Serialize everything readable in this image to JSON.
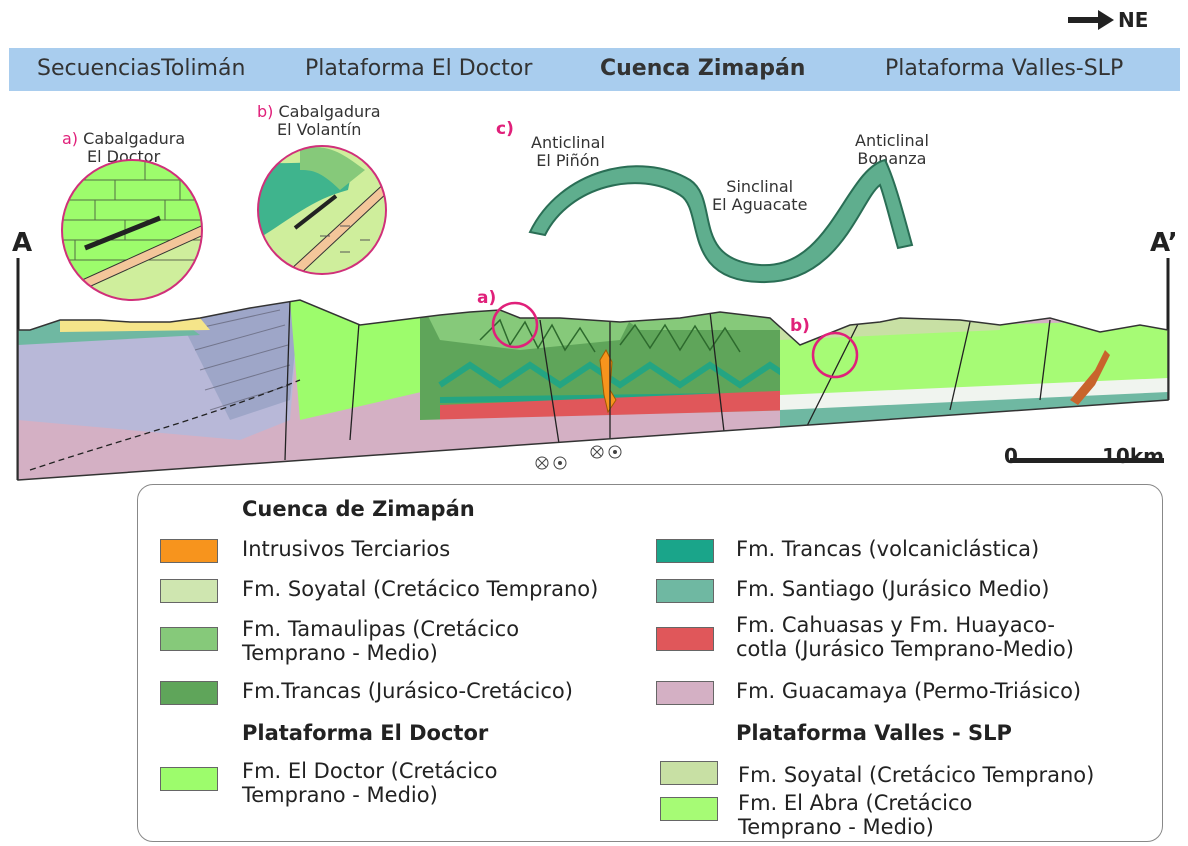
{
  "header": {
    "north_label": "NE",
    "regions": [
      {
        "text": "SecuenciasTolimán"
      },
      {
        "text": "Plataforma El Doctor"
      },
      {
        "text": "Cuenca Zimapán"
      },
      {
        "text": "Plataforma Valles-SLP"
      }
    ]
  },
  "insets": {
    "a_letter": "a)",
    "a_line1": "Cabalgadura",
    "a_line2": "El Doctor",
    "b_letter": "b)",
    "b_line1": "Cabalgadura",
    "b_line2": "El Volantín",
    "c_letter": "c)"
  },
  "fold_labels": {
    "pinon_1": "Anticlinal",
    "pinon_2": "El Piñón",
    "aguacate_1": "Sinclinal",
    "aguacate_2": "El Aguacate",
    "bonanza_1": "Anticlinal",
    "bonanza_2": "Bonanza"
  },
  "section": {
    "start": "A",
    "end": "A’",
    "marker_a": "a)",
    "marker_b": "b)",
    "scale_zero": "0",
    "scale_max": "10km"
  },
  "colors": {
    "intrusivos": "#f7941d",
    "soyatal": "#cfe6b0",
    "tamaulipas": "#86c97a",
    "trancas_jk": "#5fa55a",
    "el_doctor": "#9dfc6c",
    "trancas_volc": "#1aa58a",
    "santiago": "#6fb8a2",
    "cahuasas": "#e0575a",
    "guacamaya": "#d4b0c4",
    "soyatal_vs": "#c8e0a4",
    "el_abra": "#a6fb75"
  },
  "legend": {
    "heading_zimapan": "Cuenca de Zimapán",
    "heading_doctor": "Plataforma El Doctor",
    "heading_valles": "Plataforma Valles - SLP",
    "intrusivos": "Intrusivos Terciarios",
    "soyatal": "Fm. Soyatal (Cretácico Temprano)",
    "tamaulipas_1": "Fm. Tamaulipas (Cretácico",
    "tamaulipas_2": "Temprano - Medio)",
    "trancas_jk": "Fm.Trancas (Jurásico-Cretácico)",
    "el_doctor_1": "Fm. El Doctor (Cretácico",
    "el_doctor_2": "Temprano - Medio)",
    "trancas_volc": "Fm. Trancas (volcaniclástica)",
    "santiago": "Fm. Santiago (Jurásico Medio)",
    "cahuasas_1": "Fm. Cahuasas y Fm. Huayaco-",
    "cahuasas_2": "cotla (Jurásico Temprano-Medio)",
    "guacamaya": "Fm. Guacamaya (Permo-Triásico)",
    "soyatal_vs": "Fm. Soyatal (Cretácico Temprano)",
    "el_abra_1": "Fm. El Abra (Cretácico",
    "el_abra_2": "Temprano - Medio)"
  }
}
